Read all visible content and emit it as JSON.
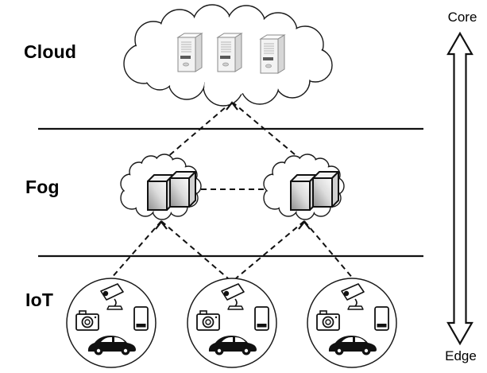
{
  "labels": {
    "cloud": "Cloud",
    "fog": "Fog",
    "iot": "IoT",
    "core": "Core",
    "edge": "Edge"
  },
  "icons": {
    "cloud_shape": "cloud-outline",
    "cloud_server": "server-tower",
    "fog_node": "3d-box",
    "iot_cctv": "surveillance-camera",
    "iot_camera": "photo-camera",
    "iot_phone": "smartphone",
    "iot_car": "car",
    "axis_arrow": "double-headed-vertical-arrow"
  },
  "structure": {
    "cloud_server_count": 3,
    "fog_cloud_count": 2,
    "fog_nodes_per_cloud": 2,
    "iot_group_count": 3,
    "iot_devices_per_group": [
      "surveillance-camera",
      "photo-camera",
      "smartphone",
      "car"
    ],
    "links": [
      "cloud-to-fog-left",
      "cloud-to-fog-right",
      "fog-left-to-fog-right",
      "fog-left-to-iot-1",
      "fog-left-to-iot-2",
      "fog-right-to-iot-2",
      "fog-right-to-iot-3"
    ],
    "link_style": "dashed"
  },
  "colors": {
    "background": "#ffffff",
    "stroke": "#111111",
    "server_fill": "#f3f3f3",
    "box_fill_dark": "#8f8f8f",
    "box_fill_light": "#fafafa"
  }
}
